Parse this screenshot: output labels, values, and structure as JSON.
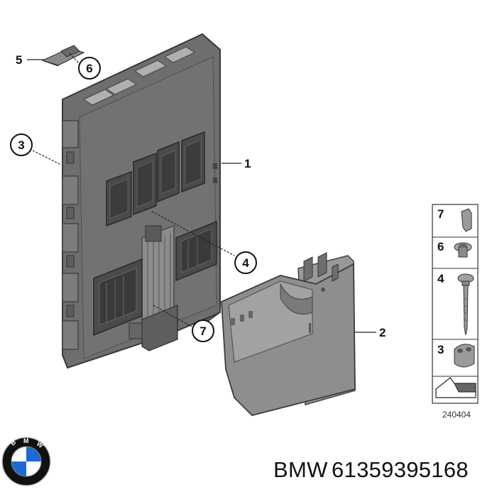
{
  "callouts": {
    "c1": "1",
    "c2": "2",
    "c3": "3",
    "c4": "4",
    "c5": "5",
    "c6": "6",
    "c7": "7"
  },
  "legend": {
    "items": [
      "7",
      "6",
      "4",
      "3"
    ]
  },
  "reference_code": "240404",
  "footer": {
    "brand": "BMW",
    "part_number": "61359395168"
  },
  "logo": {
    "letters": [
      "B",
      "M",
      "W"
    ]
  },
  "colors": {
    "module_body": "#6b6b6b",
    "module_dark": "#4a4a4a",
    "module_light": "#8a8a8a",
    "bracket": "#8c8c8c",
    "bracket_dark": "#6f6f6f",
    "logo_blue": "#1c69d4",
    "logo_ring": "#111111"
  }
}
